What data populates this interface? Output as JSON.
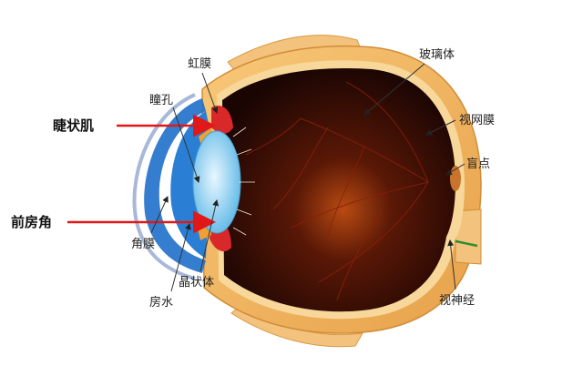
{
  "labels": {
    "iris": "虹膜",
    "pupil": "瞳孔",
    "ciliary_muscle": "睫状肌",
    "vitreous": "玻璃体",
    "retina": "视网膜",
    "blind_spot": "盲点",
    "anterior_chamber_angle": "前房角",
    "cornea": "角膜",
    "lens": "晶状体",
    "aqueous_humor": "房水",
    "optic_nerve": "视神经"
  },
  "colors": {
    "sclera": "#f0b45a",
    "sclera_inner": "#f8d79a",
    "interior_dark": "#1a0503",
    "interior_glow": "#b84a12",
    "cornea_blue": "#1f6fc9",
    "lens_light": "#bfe6f7",
    "arrow_red": "#e01818",
    "optic_nerve_green": "#2e8f2e",
    "leader_line": "#333333"
  }
}
